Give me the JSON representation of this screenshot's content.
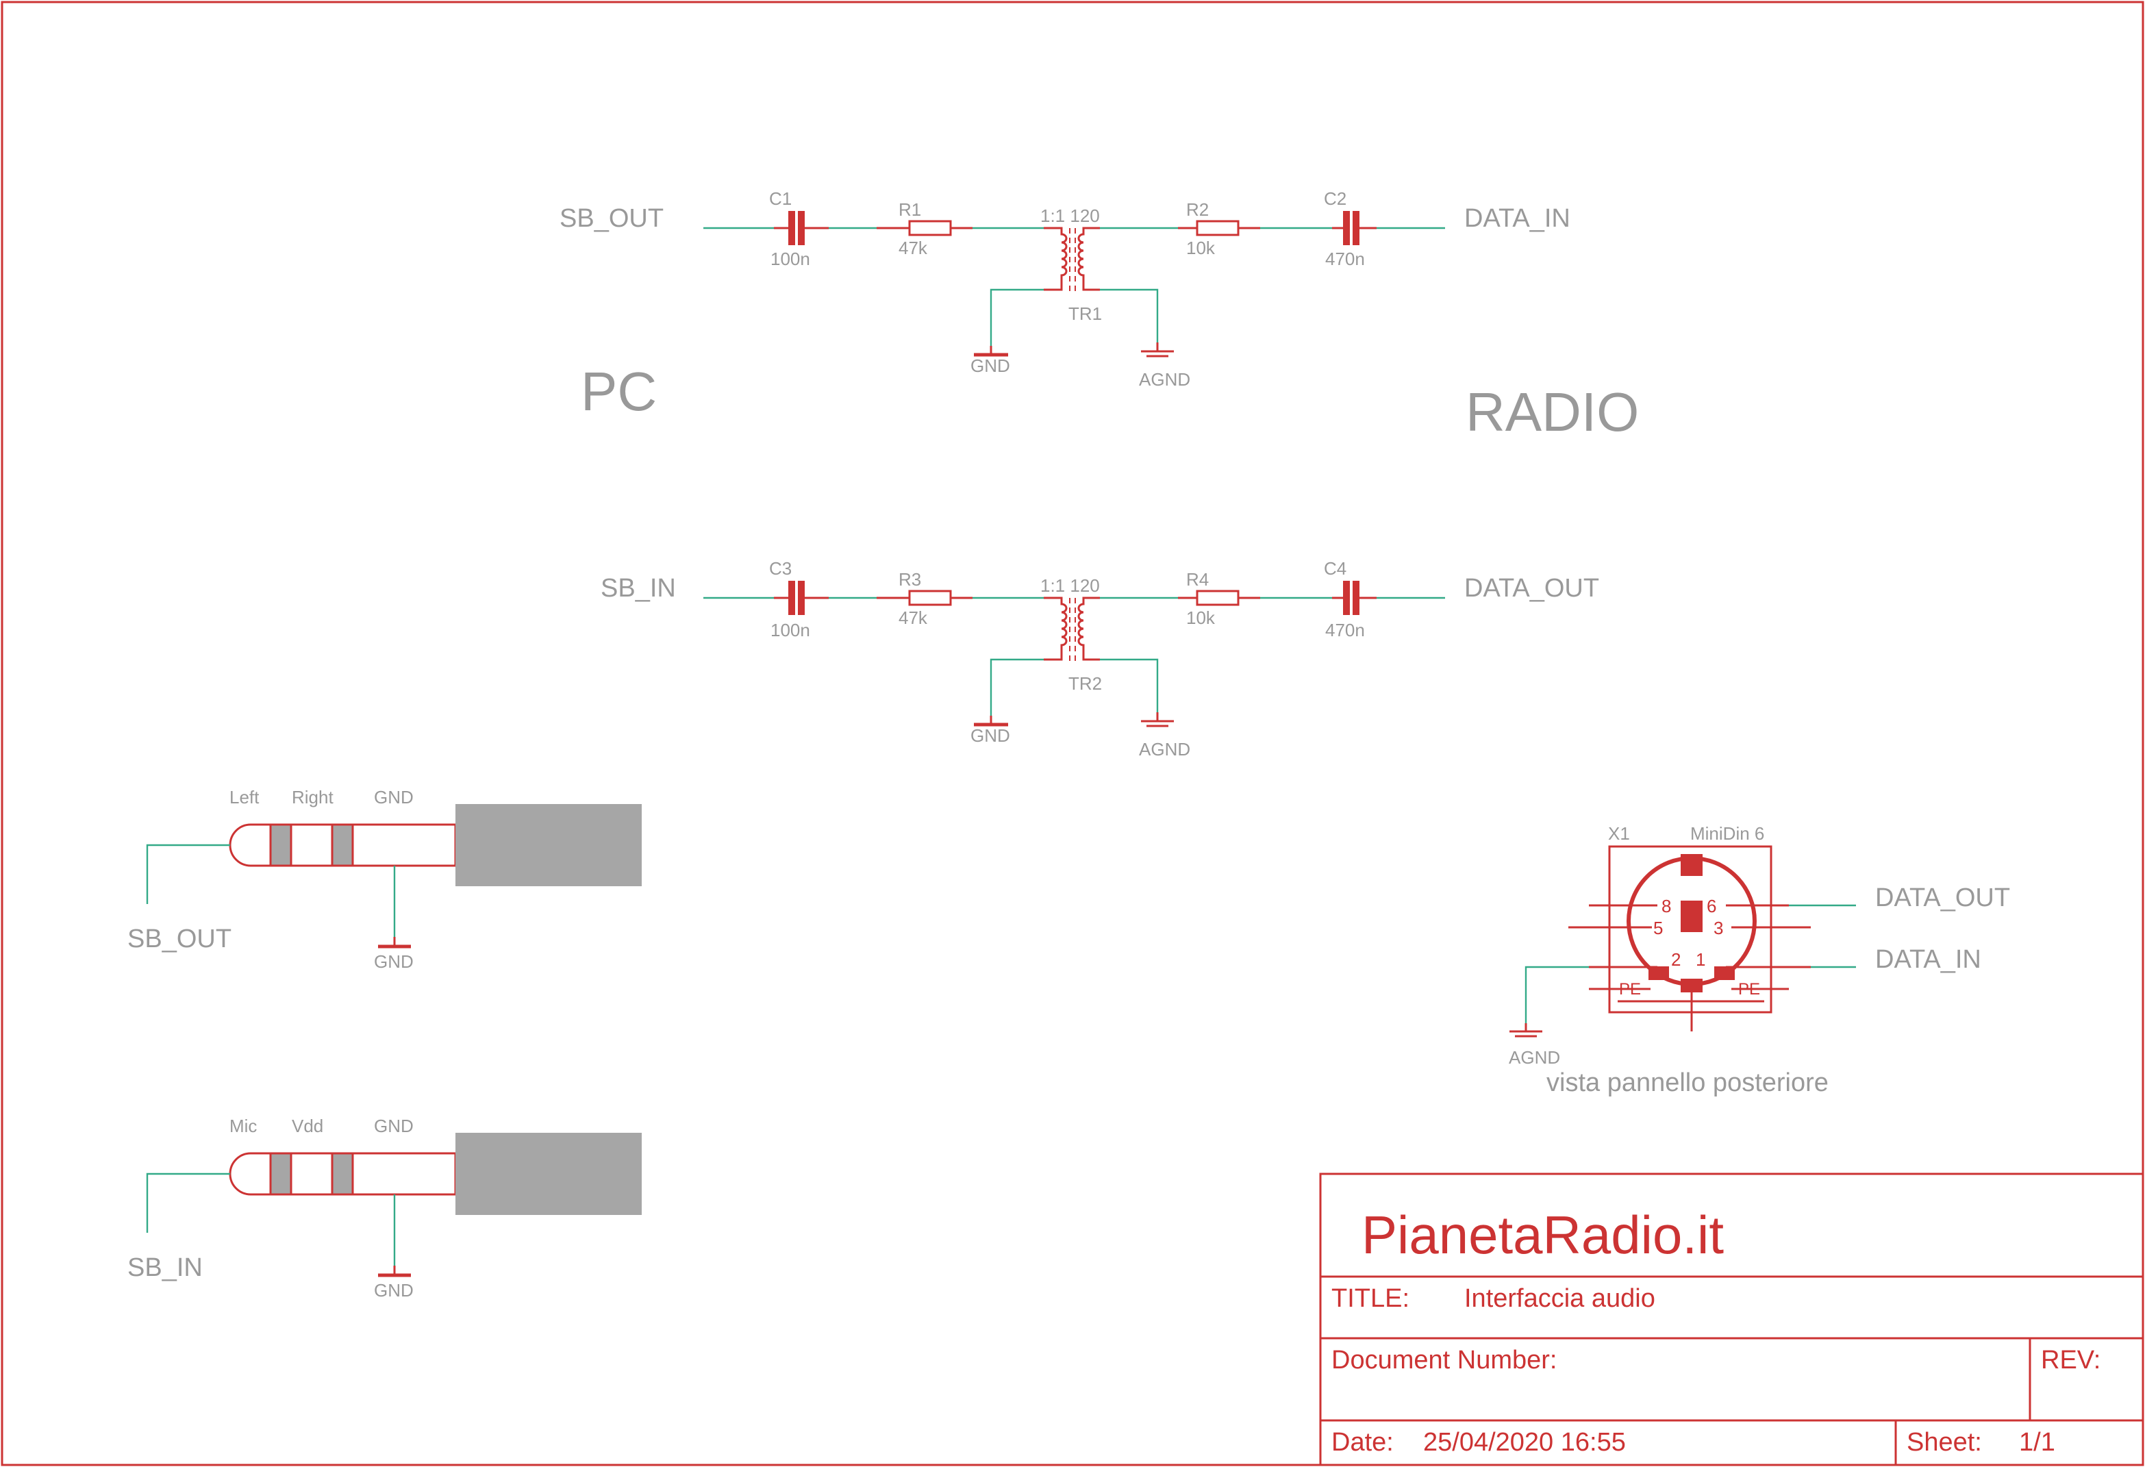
{
  "signals": {
    "sb_out": "SB_OUT",
    "sb_in": "SB_IN",
    "data_in": "DATA_IN",
    "data_out": "DATA_OUT"
  },
  "sides": {
    "left": "PC",
    "right": "RADIO"
  },
  "circuits": [
    {
      "c_in": {
        "name": "C1",
        "value": "100n"
      },
      "r_in": {
        "name": "R1",
        "value": "47k"
      },
      "transformer": {
        "name": "TR1",
        "ratio": "1:1 120"
      },
      "r_out": {
        "name": "R2",
        "value": "10k"
      },
      "c_out": {
        "name": "C2",
        "value": "470n"
      },
      "gnd": "GND",
      "agnd": "AGND"
    },
    {
      "c_in": {
        "name": "C3",
        "value": "100n"
      },
      "r_in": {
        "name": "R3",
        "value": "47k"
      },
      "transformer": {
        "name": "TR2",
        "ratio": "1:1 120"
      },
      "r_out": {
        "name": "R4",
        "value": "10k"
      },
      "c_out": {
        "name": "C4",
        "value": "470n"
      },
      "gnd": "GND",
      "agnd": "AGND"
    }
  ],
  "jacks": [
    {
      "tip": "Left",
      "ring": "Right",
      "sleeve": "GND",
      "net": "SB_OUT",
      "gnd": "GND"
    },
    {
      "tip": "Mic",
      "ring": "Vdd",
      "sleeve": "GND",
      "net": "SB_IN",
      "gnd": "GND"
    }
  ],
  "connector": {
    "ref": "X1",
    "type": "MiniDin 6",
    "pins": [
      "8",
      "6",
      "5",
      "3",
      "2",
      "1",
      "PE",
      "PE"
    ],
    "net_top": "DATA_OUT",
    "net_bottom": "DATA_IN",
    "gnd": "AGND",
    "caption": "vista pannello posteriore"
  },
  "title_block": {
    "company": "PianetaRadio.it",
    "title_label": "TITLE:",
    "title_value": "Interfaccia audio",
    "docnum_label": "Document Number:",
    "rev_label": "REV:",
    "date_label": "Date:",
    "date_value": "25/04/2020 16:55",
    "sheet_label": "Sheet:",
    "sheet_value": "1/1"
  },
  "colors": {
    "lines": "#cc3333",
    "wires": "#33aa88",
    "labels": "#999999",
    "plug_body": "#a6a6a6"
  }
}
